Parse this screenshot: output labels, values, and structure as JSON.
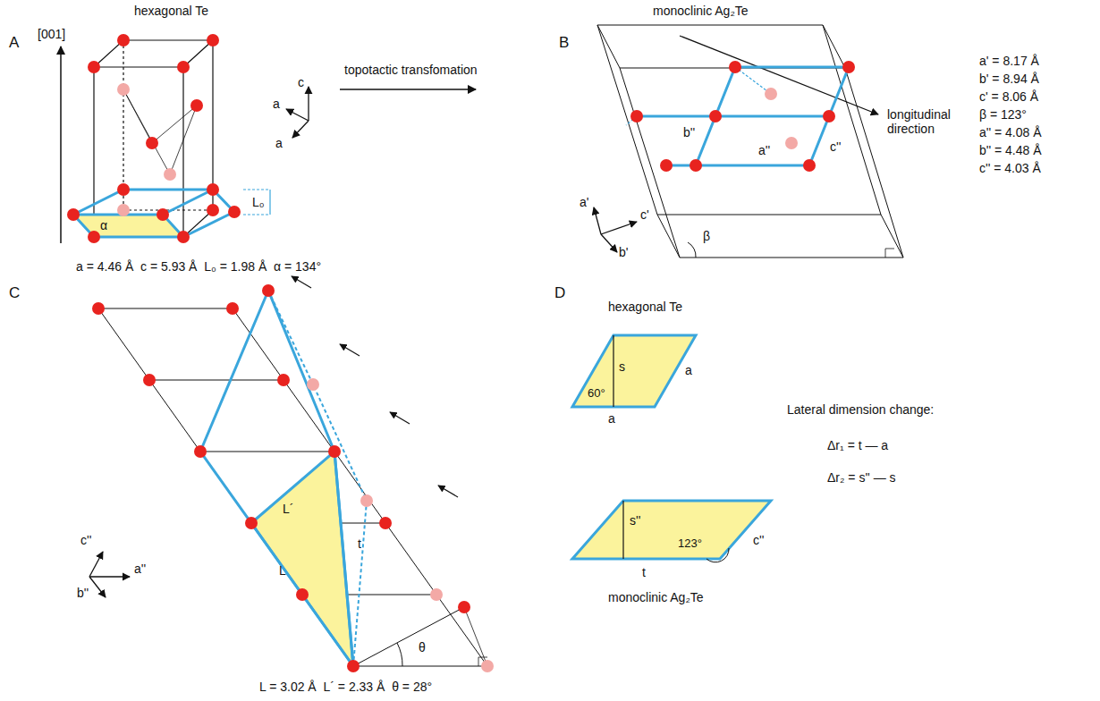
{
  "diagram": {
    "labels": [
      "hexagonal Te",
      "A",
      "[001]",
      "L₀",
      "α",
      "c",
      "a",
      "a",
      "a = 4.46 Å  c = 5.93 Å  L₀ = 1.98 Å  α = 134°",
      "topotactic transfomation",
      "monoclinic Ag₂Te",
      "B",
      "a'",
      "c'",
      "b'",
      "b''",
      "a''",
      "c''",
      "β",
      "longitudinal direction",
      "a' = 8.17 Å",
      "b' = 8.94 Å",
      "c' = 8.06 Å",
      "β = 123°",
      "a'' = 4.08 Å",
      "b'' = 4.48 Å",
      "c'' = 4.03 Å",
      "C",
      "c''",
      "a''",
      "b''",
      "L´",
      "t",
      "L",
      "θ",
      "L = 3.02 Å  L´ = 2.33 Å  θ = 28°",
      "D",
      "hexagonal Te",
      "60°",
      "s",
      "a",
      "a",
      "s''",
      "123°",
      "c''",
      "t",
      "monoclinic Ag₂Te",
      "Lateral dimension change:",
      "Δr₁ = t — a",
      "Δr₂ = s'' — s"
    ]
  }
}
